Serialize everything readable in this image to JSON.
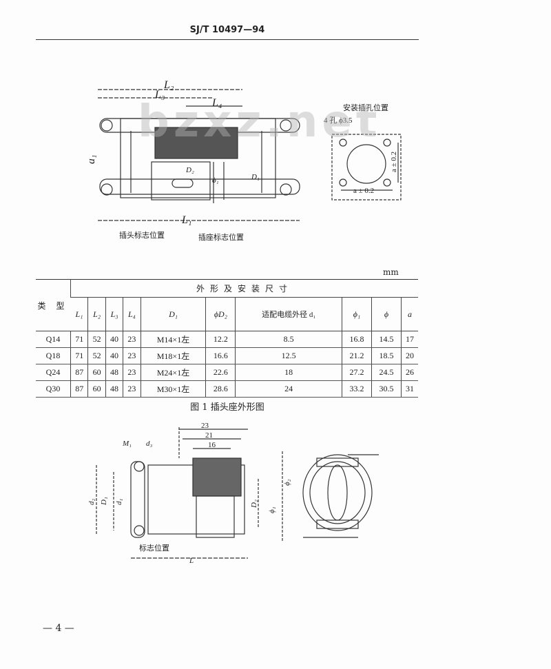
{
  "header": {
    "doc_id": "SJ/T 10497—94"
  },
  "watermark": "bzxz.net",
  "figure1": {
    "dims": {
      "L1": "L₁",
      "L2": "L₂",
      "L3": "L₃",
      "L4": "L₄",
      "D1": "D₁",
      "D2": "D₂",
      "phi1": "ϕ₁",
      "d1": "d₁"
    },
    "plug_mark": "插头标志位置",
    "socket_mark": "插座标志位置",
    "mount": {
      "title": "安装插孔位置",
      "holes": "4 孔 ϕ3.5",
      "a_h": "a ± 0.2",
      "a_v": "a ± 0.2"
    },
    "caption": "图 1  插头座外形图"
  },
  "table": {
    "unit": "mm",
    "type_header": "类 型",
    "group_header": "外形及安装尺寸",
    "columns": [
      "L₁",
      "L₂",
      "L₃",
      "L₄",
      "D₁",
      "ϕD₂",
      "适配电缆外径 d₁",
      "ϕ₁",
      "ϕ",
      "a"
    ],
    "rows": [
      [
        "Q14",
        "71",
        "52",
        "40",
        "23",
        "M14×1左",
        "12.2",
        "8.5",
        "16.8",
        "14.5",
        "17"
      ],
      [
        "Q18",
        "71",
        "52",
        "40",
        "23",
        "M18×1左",
        "16.6",
        "12.5",
        "21.2",
        "18.5",
        "20"
      ],
      [
        "Q24",
        "87",
        "60",
        "48",
        "23",
        "M24×1左",
        "22.6",
        "18",
        "27.2",
        "24.5",
        "26"
      ],
      [
        "Q30",
        "87",
        "60",
        "48",
        "23",
        "M30×1左",
        "28.6",
        "24",
        "33.2",
        "30.5",
        "31"
      ]
    ]
  },
  "figure2": {
    "dims": {
      "d23": "23",
      "d21": "21",
      "d16": "16",
      "M1": "M₁",
      "d3": "d₃",
      "d2": "d₂",
      "D1": "D₁",
      "d1": "d₁",
      "D2": "D₂",
      "phi2": "ϕ₂",
      "phi1": "ϕ₁",
      "L": "L"
    },
    "mark": "标志位置"
  },
  "footer": {
    "page": "— 4 —"
  }
}
